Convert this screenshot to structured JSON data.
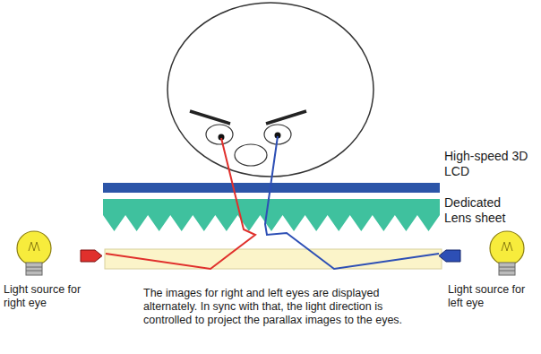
{
  "diagram": {
    "labels": [
      "High-speed 3D LCD",
      "Dedicated Lens sheet",
      "Light source for right eye",
      "The images for right and left eyes are displayed alternately. In sync with that, the light direction is controlled to project the parallax images to the eyes.",
      "Light source for left eye"
    ]
  }
}
